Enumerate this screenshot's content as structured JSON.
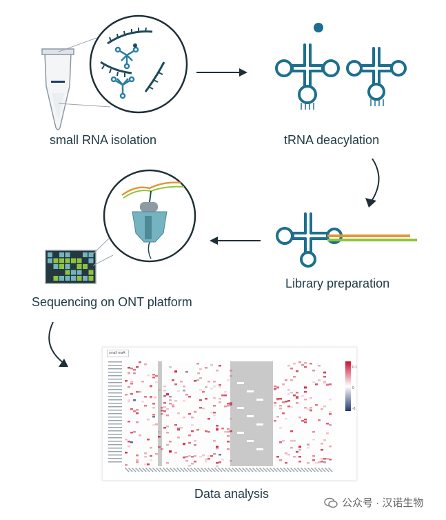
{
  "diagram": {
    "steps": [
      {
        "id": "isolation",
        "label": "small RNA isolation"
      },
      {
        "id": "deacylation",
        "label": "tRNA deacylation"
      },
      {
        "id": "library",
        "label": "Library preparation"
      },
      {
        "id": "sequencing",
        "label": "Sequencing on ONT platform"
      },
      {
        "id": "analysis",
        "label": "Data analysis"
      }
    ],
    "heatmap": {
      "selector_text": "small rnaA",
      "legend_ticks": [
        "0.1",
        "0",
        "-0.1"
      ]
    },
    "colors": {
      "primary": "#1e6f8e",
      "dark": "#1d4a5a",
      "orange": "#e2972f",
      "green": "#8fc33f",
      "teal_motor": "#74b3bf",
      "heat_gray": "#c9c9c9",
      "heat_red": "#c8102e",
      "heat_blue": "#23386d"
    }
  },
  "watermark": {
    "text": "公众号 · 汉诺生物",
    "icon": "wechat-icon"
  }
}
